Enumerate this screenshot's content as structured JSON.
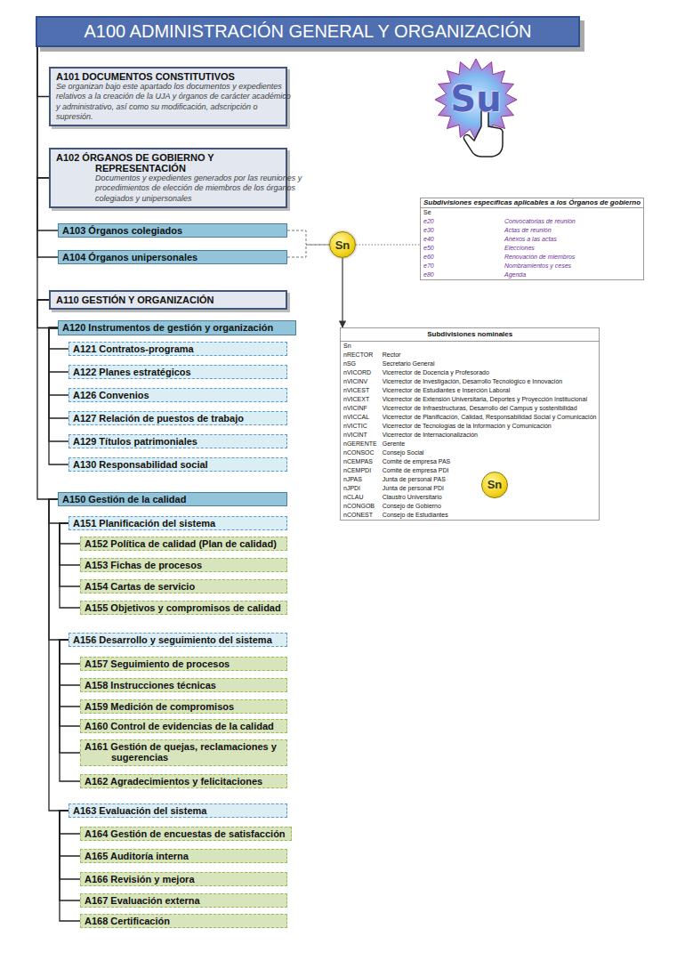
{
  "diagram": {
    "nodes": [
      {
        "text": [
          "A100 ADMINISTRACIÓN GENERAL Y ORGANIZACIÓN"
        ]
      },
      {
        "text": [
          "A101 DOCUMENTOS CONSTITUTIVOS",
          "Se organizan bajo este apartado los documentos y expedientes relativos a la creación de la UJA y órganos de carácter académico y administrativo, así como su modificación, adscripción o supresión."
        ]
      },
      {
        "text": [
          "A102 ÓRGANOS DE GOBIERNO Y REPRESENTACIÓN",
          "Documentos y expedientes generados por las reuniones y procedimientos de elección de miembros de los órganos colegiados y unipersonales"
        ]
      },
      {
        "text": [
          "A103 Órganos colegiados"
        ]
      },
      {
        "text": [
          "A104 Órganos unipersonales"
        ]
      },
      {
        "text": [
          "A110 GESTIÓN Y ORGANIZACIÓN"
        ]
      },
      {
        "text": [
          "A120 Instrumentos de gestión y organización"
        ]
      },
      {
        "text": [
          "A121 Contratos-programa"
        ]
      },
      {
        "text": [
          "A122 Planes estratégicos"
        ]
      },
      {
        "text": [
          "A126 Convenios"
        ]
      },
      {
        "text": [
          "A127 Relación de puestos de trabajo"
        ]
      },
      {
        "text": [
          "A129 Títulos patrimoniales"
        ]
      },
      {
        "text": [
          "A130 Responsabilidad social"
        ]
      },
      {
        "text": [
          "A150 Gestión de la calidad"
        ]
      },
      {
        "text": [
          "A151 Planificación del sistema"
        ]
      },
      {
        "text": [
          "A152 Política de calidad (Plan de calidad)"
        ]
      },
      {
        "text": [
          "A153 Fichas de procesos"
        ]
      },
      {
        "text": [
          "A154 Cartas de servicio"
        ]
      },
      {
        "text": [
          "A155 Objetivos y compromisos de calidad"
        ]
      },
      {
        "text": [
          "A156 Desarrollo y seguimiento del sistema"
        ]
      },
      {
        "text": [
          "A157 Seguimiento de procesos"
        ]
      },
      {
        "text": [
          "A158 Instrucciones técnicas"
        ]
      },
      {
        "text": [
          "A159 Medición de compromisos"
        ]
      },
      {
        "text": [
          "A160 Control de evidencias de la calidad"
        ]
      },
      {
        "text": [
          "A161 Gestión de quejas, reclamaciones y sugerencias"
        ]
      },
      {
        "text": [
          "A162 Agradecimientos y felicitaciones"
        ]
      },
      {
        "text": [
          "A163 Evaluación del sistema"
        ]
      },
      {
        "text": [
          "A164 Gestión de encuestas de satisfacción"
        ]
      },
      {
        "text": [
          "A165 Auditoría interna"
        ]
      },
      {
        "text": [
          "A166 Revisión y mejora"
        ]
      },
      {
        "text": [
          "A167 Evaluación externa"
        ]
      },
      {
        "text": [
          "A168 Certificación"
        ]
      },
      {
        "text": [
          "Sn"
        ]
      },
      {
        "text": [
          "Subdivisiones específicas aplicables a los Órganos de gobierno",
          "Se",
          "e20",
          "Convocatorias de reunión",
          "e30",
          "Actas de reunión",
          "e40",
          "Anexos a las actas",
          "e50",
          "Elecciones",
          "e60",
          "Renovación de miembros",
          "e70",
          "Nombramientos y ceses",
          "e80",
          "Agenda"
        ]
      },
      {
        "text": [
          "Subdivisiones nominales",
          "Sn",
          "nRECTOR",
          "Rector",
          "nSG",
          "Secretario General",
          "nVICORD",
          "Vicerrector de Docencia y Profesorado",
          "nVICINV",
          "Vicerrector de Investigación, Desarrollo Tecnológico e Innovación",
          "nVICEST",
          "Vicerrector de Estudiantes e Inserción Laboral",
          "nVICEXT",
          "Vicerrector de Extensión Universitaria, Deportes y Proyección Institucional",
          "nVICINF",
          "Vicerrector de Infraestructuras, Desarrollo del Campus y sostenibilidad",
          "nVICCAL",
          "Vicerrector de Planificación, Calidad, Responsabilidad Social y Comunicación",
          "nVICTIC",
          "Vicerrector de Tecnologías de la Información y Comunicación",
          "nVICINT",
          "Vicerrector de Internacionalización",
          "nGERENTE",
          "Gerente",
          "nCONSOC",
          "Consejo Social",
          "nCEMPAS",
          "Comité de empresa PAS",
          "nCEMPDI",
          "Comité de empresa PDI",
          "nJPAS",
          "Junta de personal PAS",
          "nJPDI",
          "Junta de personal PDI",
          "nCLAU",
          "Claustro Universitario",
          "nCONGOB",
          "Consejo de Gobierno",
          "nCONEST",
          "Consejo de Estudiantes"
        ]
      }
    ],
    "edges": [
      {
        "from": 0,
        "to": 1,
        "arrow": "none"
      },
      {
        "from": 0,
        "to": 2,
        "arrow": "none"
      },
      {
        "from": 0,
        "to": 5,
        "arrow": "none"
      },
      {
        "from": 2,
        "to": 3,
        "arrow": "none"
      },
      {
        "from": 2,
        "to": 4,
        "arrow": "none"
      },
      {
        "from": 5,
        "to": 6,
        "arrow": "none"
      },
      {
        "from": 5,
        "to": 13,
        "arrow": "none"
      },
      {
        "from": 6,
        "to": 7,
        "arrow": "none"
      },
      {
        "from": 6,
        "to": 8,
        "arrow": "none"
      },
      {
        "from": 6,
        "to": 9,
        "arrow": "none"
      },
      {
        "from": 6,
        "to": 10,
        "arrow": "none"
      },
      {
        "from": 6,
        "to": 11,
        "arrow": "none"
      },
      {
        "from": 6,
        "to": 12,
        "arrow": "none"
      },
      {
        "from": 13,
        "to": 14,
        "arrow": "none"
      },
      {
        "from": 13,
        "to": 19,
        "arrow": "none"
      },
      {
        "from": 13,
        "to": 26,
        "arrow": "none"
      },
      {
        "from": 14,
        "to": 15,
        "arrow": "none"
      },
      {
        "from": 14,
        "to": 16,
        "arrow": "none"
      },
      {
        "from": 14,
        "to": 17,
        "arrow": "none"
      },
      {
        "from": 14,
        "to": 18,
        "arrow": "none"
      },
      {
        "from": 19,
        "to": 20,
        "arrow": "none"
      },
      {
        "from": 19,
        "to": 21,
        "arrow": "none"
      },
      {
        "from": 19,
        "to": 22,
        "arrow": "none"
      },
      {
        "from": 19,
        "to": 23,
        "arrow": "none"
      },
      {
        "from": 19,
        "to": 24,
        "arrow": "none"
      },
      {
        "from": 19,
        "to": 25,
        "arrow": "none"
      },
      {
        "from": 26,
        "to": 27,
        "arrow": "none"
      },
      {
        "from": 26,
        "to": 28,
        "arrow": "none"
      },
      {
        "from": 26,
        "to": 29,
        "arrow": "none"
      },
      {
        "from": 26,
        "to": 30,
        "arrow": "none"
      },
      {
        "from": 26,
        "to": 31,
        "arrow": "none"
      },
      {
        "from": 3,
        "to": 32,
        "arrow": "none"
      },
      {
        "from": 4,
        "to": 32,
        "arrow": "none"
      },
      {
        "from": 32,
        "to": 33,
        "arrow": "none"
      },
      {
        "from": 32,
        "to": 34,
        "arrow": "to"
      }
    ],
    "labels": [
      "Su",
      "Sn"
    ]
  }
}
